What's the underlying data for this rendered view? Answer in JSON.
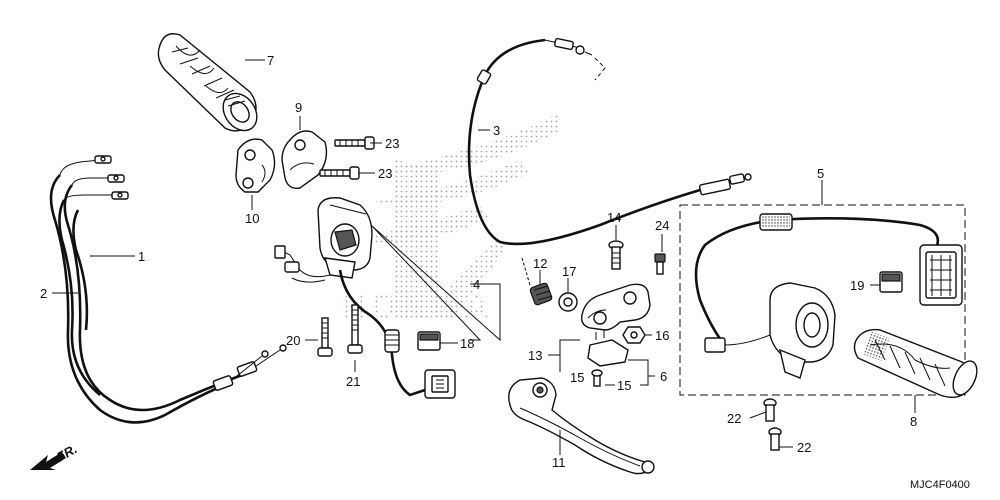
{
  "title": "",
  "drawing_code": "MJC4F0400",
  "direction_label": "FR.",
  "parts": [
    {
      "id": "1",
      "label": "1"
    },
    {
      "id": "2",
      "label": "2"
    },
    {
      "id": "3",
      "label": "3"
    },
    {
      "id": "4",
      "label": "4"
    },
    {
      "id": "5",
      "label": "5"
    },
    {
      "id": "6",
      "label": "6"
    },
    {
      "id": "7",
      "label": "7"
    },
    {
      "id": "8",
      "label": "8"
    },
    {
      "id": "9",
      "label": "9"
    },
    {
      "id": "10",
      "label": "10"
    },
    {
      "id": "11",
      "label": "11"
    },
    {
      "id": "12",
      "label": "12"
    },
    {
      "id": "13",
      "label": "13"
    },
    {
      "id": "14",
      "label": "14"
    },
    {
      "id": "15a",
      "label": "15"
    },
    {
      "id": "15b",
      "label": "15"
    },
    {
      "id": "16",
      "label": "16"
    },
    {
      "id": "17",
      "label": "17"
    },
    {
      "id": "18",
      "label": "18"
    },
    {
      "id": "19",
      "label": "19"
    },
    {
      "id": "20",
      "label": "20"
    },
    {
      "id": "21",
      "label": "21"
    },
    {
      "id": "22a",
      "label": "22"
    },
    {
      "id": "22b",
      "label": "22"
    },
    {
      "id": "23a",
      "label": "23"
    },
    {
      "id": "23b",
      "label": "23"
    },
    {
      "id": "24",
      "label": "24"
    }
  ]
}
